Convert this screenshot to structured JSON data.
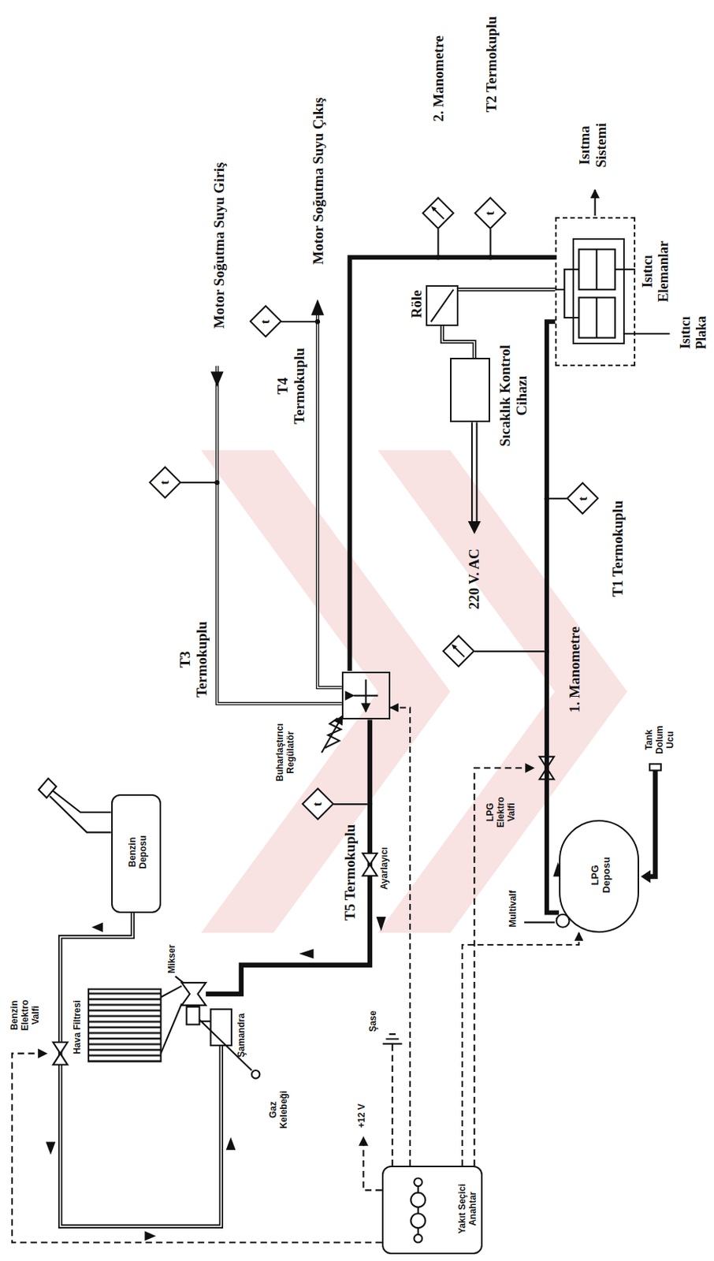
{
  "diagram": {
    "nodes": [
      {
        "text": [
          "Isıtma Sistemi"
        ]
      },
      {
        "text": [
          "Isıtıcı Plaka"
        ],
        "in": 0
      },
      {
        "text": [
          "Röle"
        ]
      },
      {
        "text": [
          "Sıcaklık Kontrol Cihazı"
        ]
      },
      {
        "text": [
          "Buharlaştırıcı Regülatör"
        ]
      },
      {
        "text": [
          "LPG Deposu"
        ]
      },
      {
        "text": [
          "Benzin Deposu"
        ]
      },
      {
        "text": [
          "Yakıt Seçici Anahtar"
        ]
      },
      {
        "text": [
          "t",
          "T2 Termokuplu"
        ]
      },
      {
        "text": [
          "2. Manometre"
        ]
      },
      {
        "text": [
          "t",
          "T4 Termokuplu"
        ]
      },
      {
        "text": [
          "t",
          "T3 Termokuplu"
        ]
      },
      {
        "text": [
          "t",
          "T1 Termokuplu"
        ]
      },
      {
        "text": [
          "1. Manometre"
        ]
      },
      {
        "text": [
          "t",
          "T5 Termokuplu"
        ]
      }
    ],
    "edges": [
      {
        "from": 5,
        "to": 0,
        "arrow": "none"
      },
      {
        "from": 0,
        "to": 4,
        "arrow": "none"
      },
      {
        "from": 2,
        "to": 3,
        "arrow": "none"
      },
      {
        "from": 2,
        "to": 0,
        "arrow": "none"
      },
      {
        "from": 7,
        "to": 4,
        "arrow": "to"
      },
      {
        "from": 7,
        "to": 5,
        "arrow": "to"
      }
    ],
    "labels": [
      "Motor Soğutma Suyu Giriş",
      "Motor Soğutma Suyu Çıkış",
      "Isıtıcı Elemanlar",
      "220 V. AC",
      "Tank Dolum Ucu",
      "LPG Elektro Valfi",
      "Multivalf",
      "Ayarlayıcı",
      "Mikser",
      "Hava Filtresi",
      "Şamandra",
      "Gaz Kelebeği",
      "Şase",
      "+12 V",
      "Benzin Elektro Valfi"
    ]
  }
}
